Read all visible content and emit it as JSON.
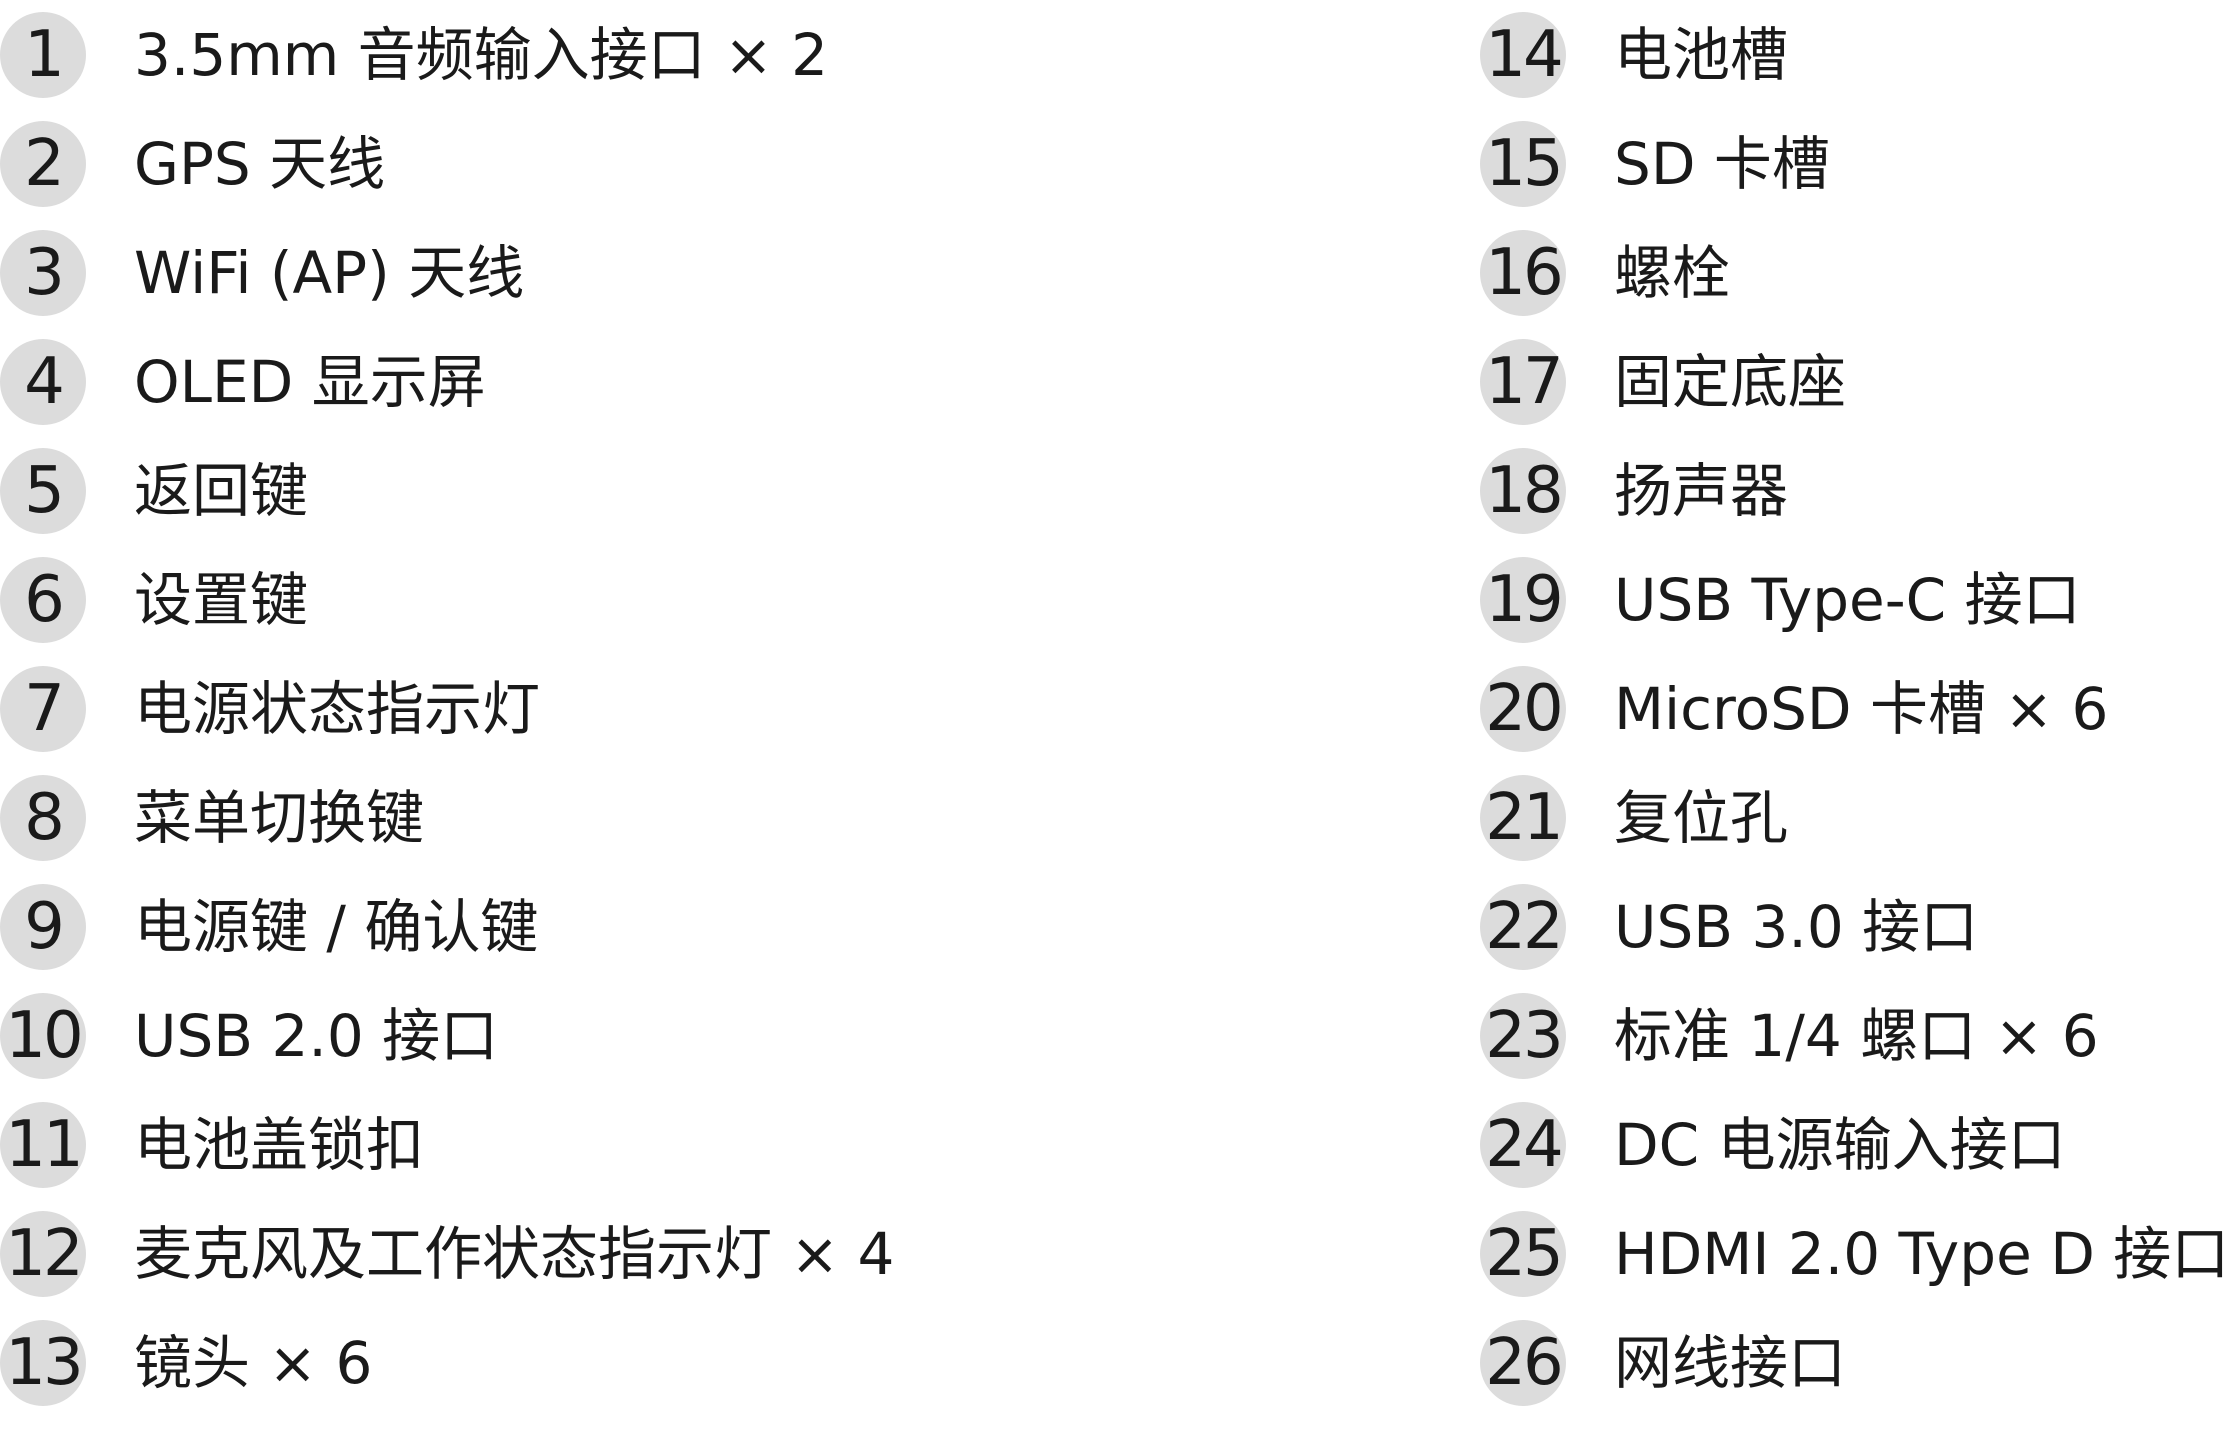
{
  "left_items": [
    {
      "num": "1",
      "label": "3.5mm 音频输入接口 × 2"
    },
    {
      "num": "2",
      "label": "GPS 天线"
    },
    {
      "num": "3",
      "label": "WiFi (AP) 天线"
    },
    {
      "num": "4",
      "label": "OLED 显示屏"
    },
    {
      "num": "5",
      "label": "返回键"
    },
    {
      "num": "6",
      "label": "设置键"
    },
    {
      "num": "7",
      "label": "电源状态指示灯"
    },
    {
      "num": "8",
      "label": "菜单切换键"
    },
    {
      "num": "9",
      "label": "电源键 / 确认键"
    },
    {
      "num": "10",
      "label": "USB 2.0 接口"
    },
    {
      "num": "11",
      "label": "电池盖锁扣"
    },
    {
      "num": "12",
      "label": "麦克风及工作状态指示灯 × 4"
    },
    {
      "num": "13",
      "label": "镜头 × 6"
    }
  ],
  "right_items": [
    {
      "num": "14",
      "label": "电池槽"
    },
    {
      "num": "15",
      "label": "SD 卡槽"
    },
    {
      "num": "16",
      "label": "螺栓"
    },
    {
      "num": "17",
      "label": "固定底座"
    },
    {
      "num": "18",
      "label": "扬声器"
    },
    {
      "num": "19",
      "label": "USB Type-C 接口"
    },
    {
      "num": "20",
      "label": "MicroSD 卡槽 × 6"
    },
    {
      "num": "21",
      "label": "复位孔"
    },
    {
      "num": "22",
      "label": "USB 3.0 接口"
    },
    {
      "num": "23",
      "label": "标准 1/4 螺口 × 6"
    },
    {
      "num": "24",
      "label": "DC 电源输入接口"
    },
    {
      "num": "25",
      "label": "HDMI 2.0 Type D 接口"
    },
    {
      "num": "26",
      "label": "网线接口"
    }
  ]
}
